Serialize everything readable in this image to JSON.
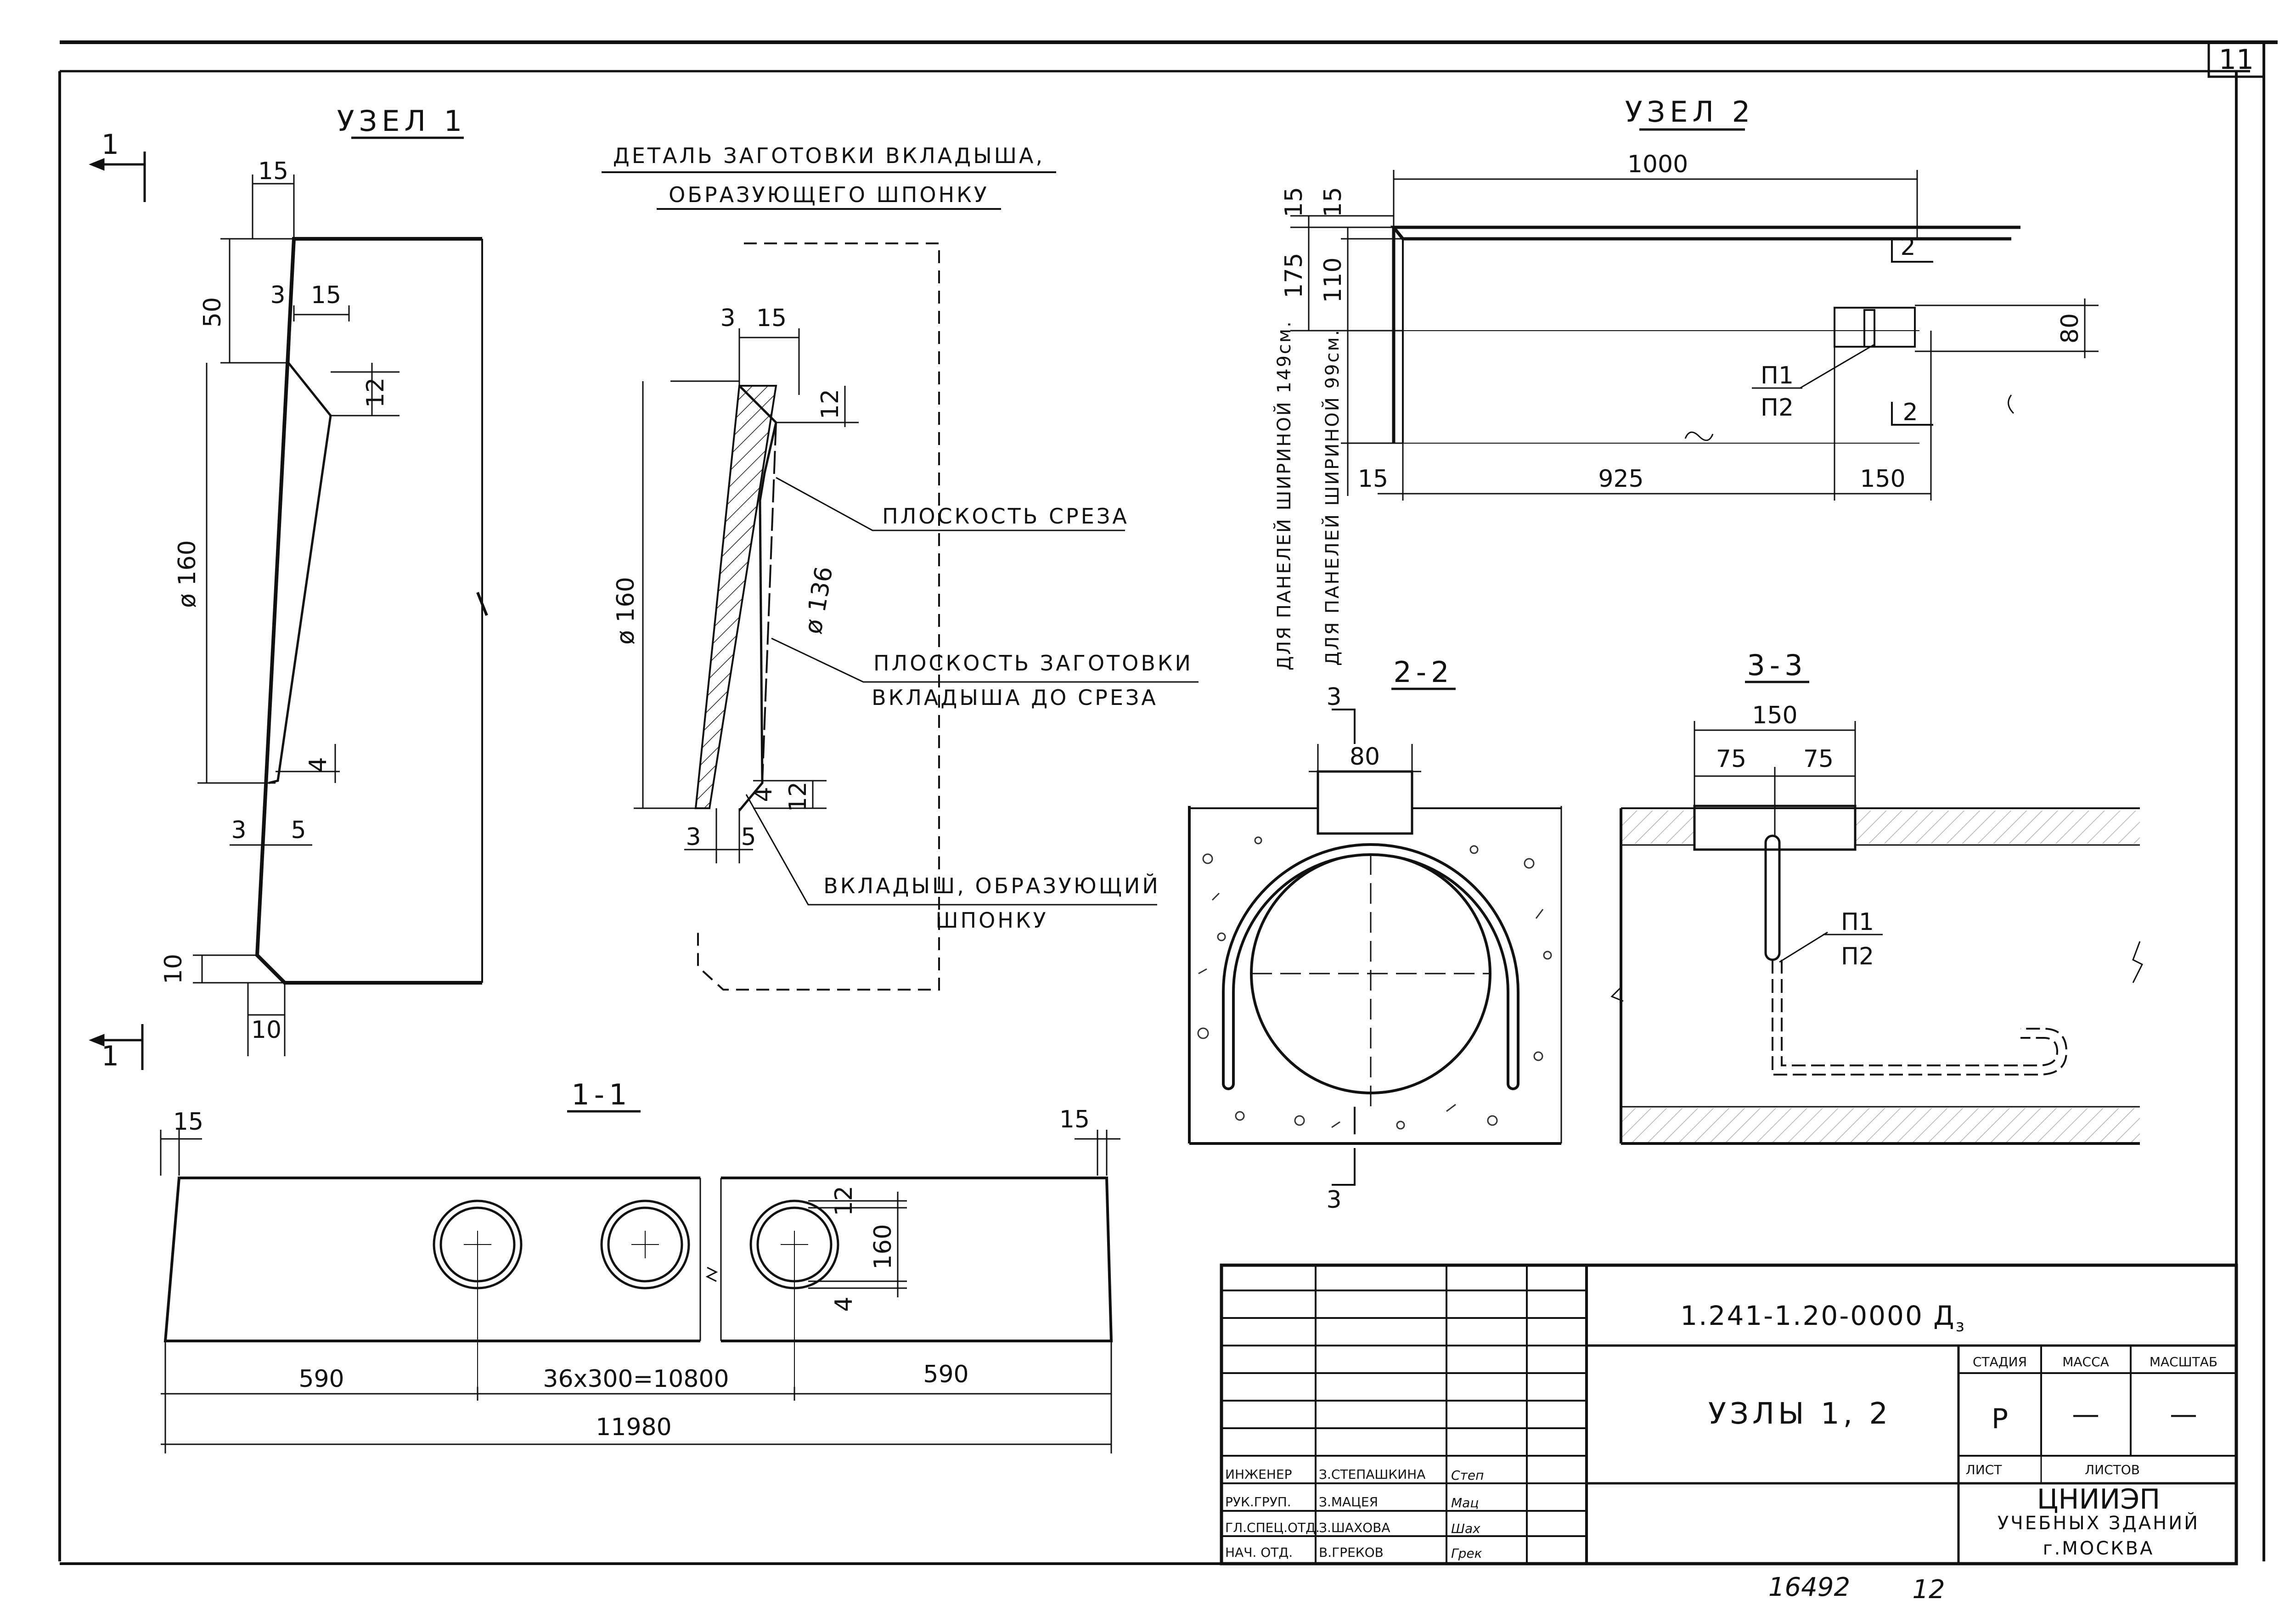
{
  "sheet": {
    "corner_number": "11",
    "bottom_number_left": "16492",
    "bottom_number_right": "12"
  },
  "node1": {
    "title": "УЗЕЛ 1",
    "section_mark": "1",
    "dims": [
      "15",
      "50",
      "3",
      "15",
      "12",
      "ø 160",
      "4",
      "3",
      "5",
      "10",
      "10"
    ]
  },
  "detail": {
    "title_line1": "ДЕТАЛЬ ЗАГОТОВКИ ВКЛАДЫША,",
    "title_line2": "ОБРАЗУЮЩЕГО ШПОНКУ",
    "dims": [
      "3",
      "15",
      "12",
      "ø 160",
      "ø 136",
      "4",
      "12",
      "3",
      "5"
    ],
    "labels": {
      "cut_plane": "ПЛОСКОСТЬ СРЕЗА",
      "blank_plane_1": "ПЛОСКОСТЬ ЗАГОТОВКИ",
      "blank_plane_2": "ВКЛАДЫША ДО СРЕЗА",
      "insert_1": "ВКЛАДЫШ, ОБРАЗУЮЩИЙ",
      "insert_2": "ШПОНКУ"
    }
  },
  "node2": {
    "title": "УЗЕЛ 2",
    "side_label_1": "ДЛЯ ПАНЕЛЕЙ ШИРИНОЙ 149см.",
    "side_label_2": "ДЛЯ ПАНЕЛЕЙ ШИРИНОЙ 99см.",
    "dims": [
      "1000",
      "15",
      "15",
      "175",
      "110",
      "80",
      "925",
      "150",
      "15"
    ],
    "rebar_top": "П1",
    "rebar_bottom": "П2",
    "section_mark": "2"
  },
  "section_1_1": {
    "title": "1-1",
    "dims": [
      "15",
      "15",
      "590",
      "36x300=10800",
      "590",
      "11980",
      "12",
      "160",
      "4"
    ]
  },
  "section_2_2": {
    "title": "2-2",
    "dims": [
      "80"
    ],
    "section_mark": "3"
  },
  "section_3_3": {
    "title": "3-3",
    "dims": [
      "150",
      "75",
      "75"
    ],
    "rebar_top": "П1",
    "rebar_bottom": "П2"
  },
  "title_block": {
    "doc_code": "1.241-1.20-0000 Д",
    "doc_code_sub": "з",
    "sheet_title": "УЗЛЫ 1, 2",
    "head_stage": "СТАДИЯ",
    "head_mass": "МАССА",
    "head_scale": "МАСШТАБ",
    "stage": "Р",
    "mass": "—",
    "scale": "—",
    "sheet_label": "ЛИСТ",
    "sheets_label": "ЛИСТОВ",
    "org_line1": "ЦНИИЭП",
    "org_line2": "УЧЕБНЫХ ЗДАНИЙ",
    "org_line3": "г.МОСКВА",
    "staff": [
      {
        "role": "ИНЖЕНЕР",
        "name": "З.СТЕПАШКИНА",
        "sign": "Степ"
      },
      {
        "role": "РУК.ГРУП.",
        "name": "З.МАЦЕЯ",
        "sign": "Мац"
      },
      {
        "role": "ГЛ.СПЕЦ.ОТД.",
        "name": "З.ШАХОВА",
        "sign": "Шах"
      },
      {
        "role": "НАЧ. ОТД.",
        "name": "В.ГРЕКОВ",
        "sign": "Грек"
      }
    ]
  }
}
